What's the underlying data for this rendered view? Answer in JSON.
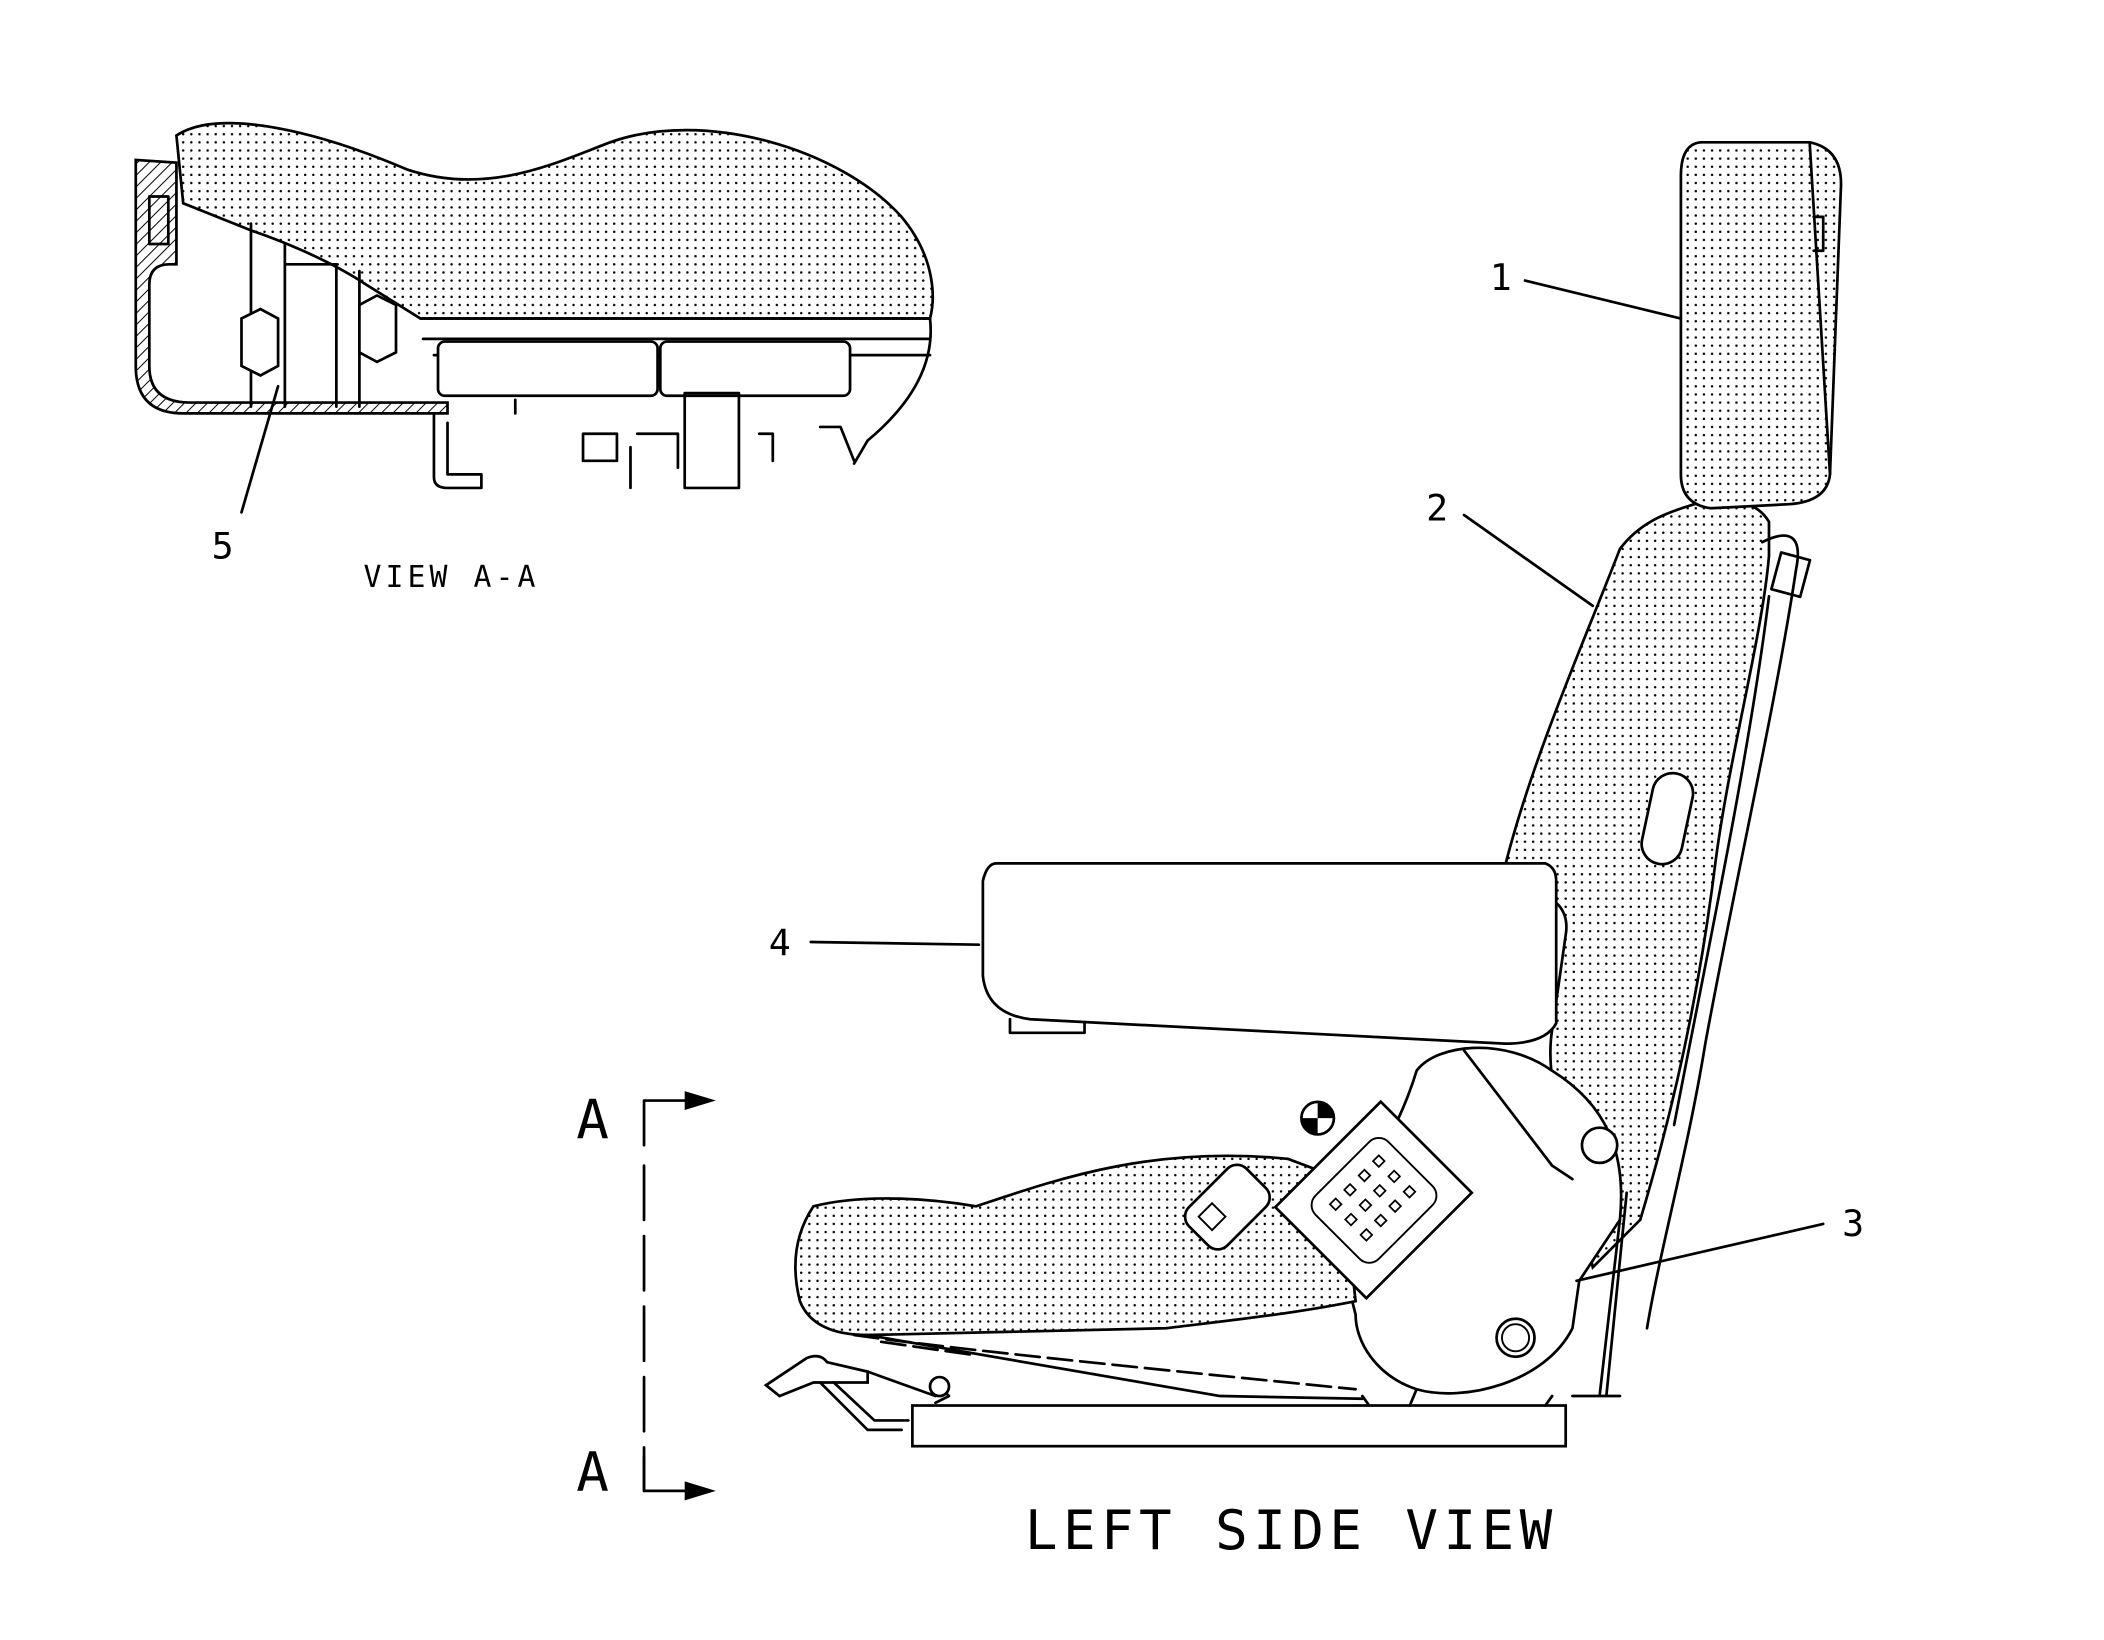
{
  "view_aa": {
    "title": "VIEW A-A"
  },
  "main_view": {
    "title": "LEFT SIDE VIEW"
  },
  "section_marker": {
    "top": "A",
    "bottom": "A"
  },
  "callouts": [
    {
      "label": "1",
      "part": "headrest"
    },
    {
      "label": "2",
      "part": "backrest"
    },
    {
      "label": "3",
      "part": "seat-belt-anchor"
    },
    {
      "label": "4",
      "part": "armrest"
    },
    {
      "label": "5",
      "part": "mounting-bolt"
    }
  ]
}
